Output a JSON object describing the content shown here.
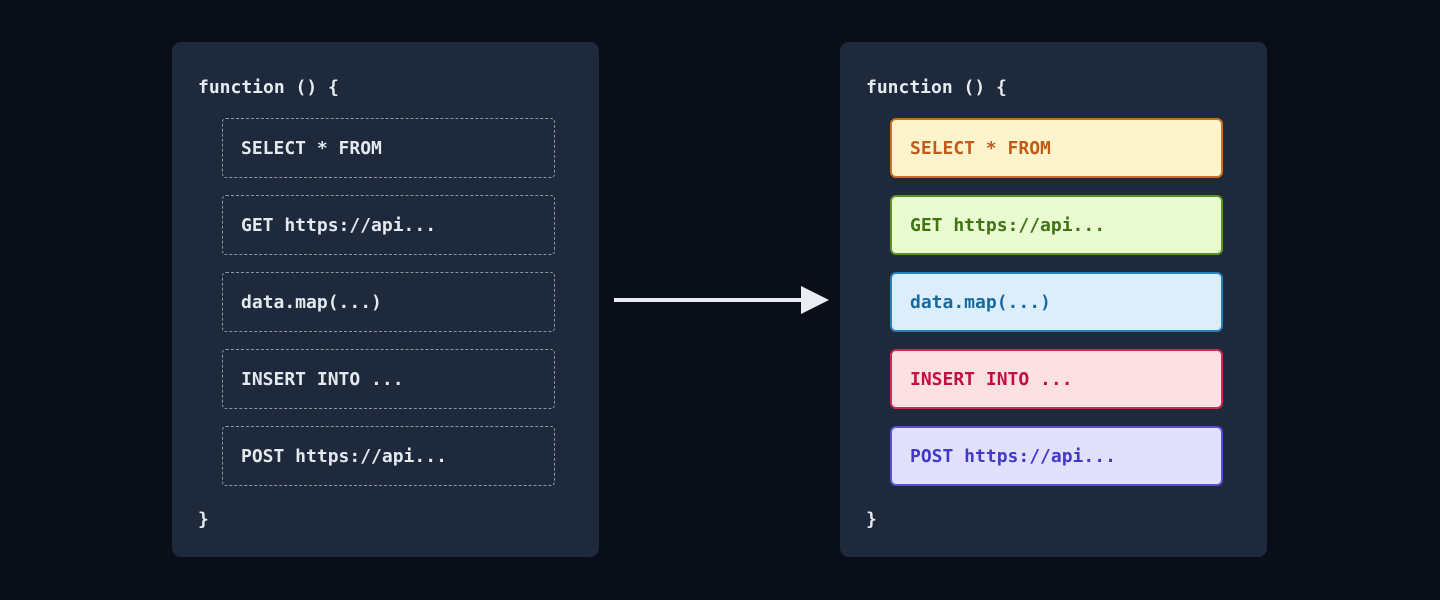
{
  "page": {
    "background": "#0a0e18",
    "panel_background": "#1e293b"
  },
  "left_panel": {
    "title": "function () {",
    "closing_brace": "}",
    "items": [
      {
        "text": "SELECT * FROM"
      },
      {
        "text": "GET https://api..."
      },
      {
        "text": "data.map(...)"
      },
      {
        "text": "INSERT INTO ..."
      },
      {
        "text": "POST https://api..."
      }
    ]
  },
  "arrow": {
    "color": "#e9edf3",
    "direction": "right"
  },
  "right_panel": {
    "title": "function () {",
    "closing_brace": "}",
    "items": [
      {
        "text": "SELECT * FROM",
        "bg": "#fdf3cd",
        "border": "#cd6f20",
        "color": "#c05c17"
      },
      {
        "text": "GET https://api...",
        "bg": "#eafad1",
        "border": "#5d9226",
        "color": "#3f7313"
      },
      {
        "text": "data.map(...)",
        "bg": "#dceefb",
        "border": "#2980b9",
        "color": "#176a9f"
      },
      {
        "text": "INSERT INTO ...",
        "bg": "#fde0e3",
        "border": "#cb2b50",
        "color": "#c40e3f"
      },
      {
        "text": "POST https://api...",
        "bg": "#e2e1fb",
        "border": "#5750d6",
        "color": "#4338ca"
      }
    ]
  }
}
